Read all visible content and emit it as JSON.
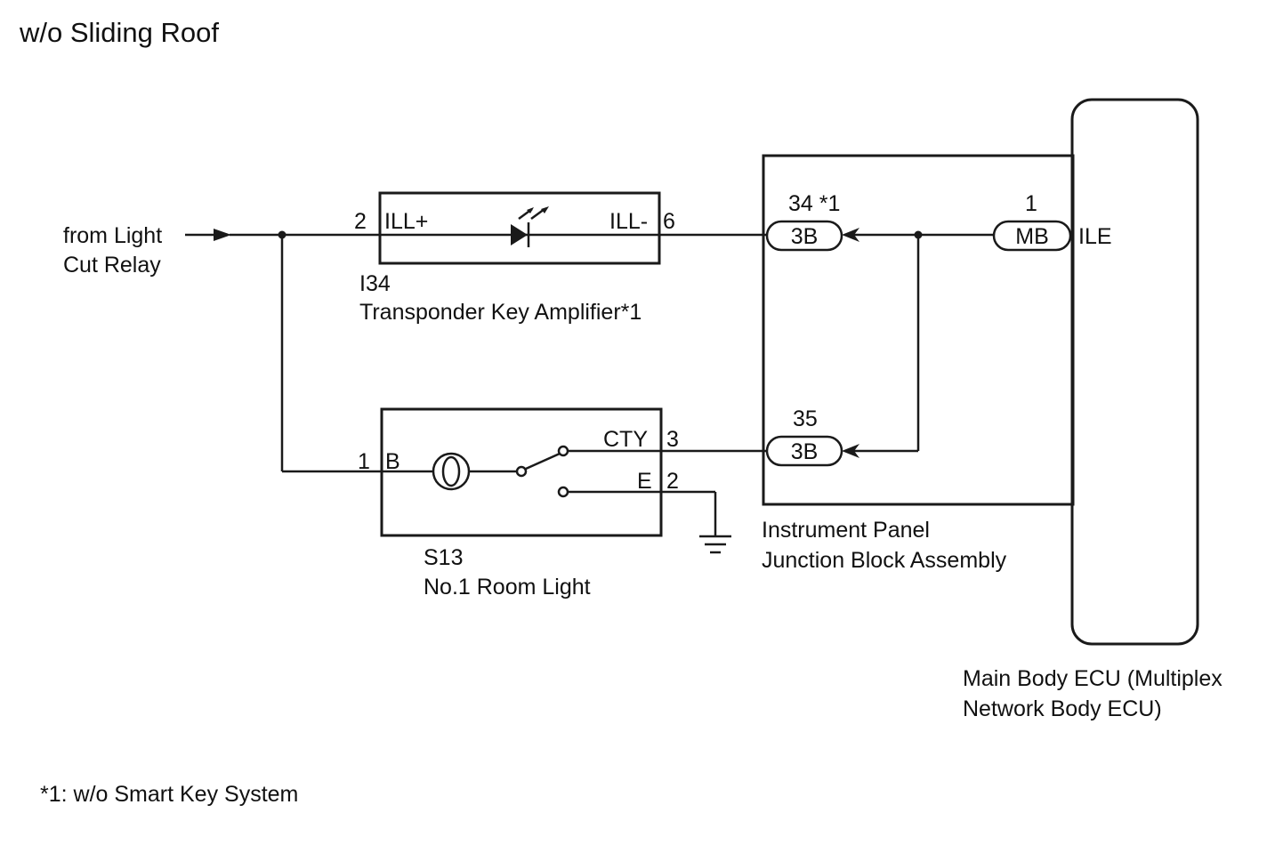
{
  "title": "w/o Sliding Roof",
  "source": {
    "line1": "from Light",
    "line2": "Cut Relay"
  },
  "transponder": {
    "pin_in": "2",
    "term_in": "ILL+",
    "term_out": "ILL-",
    "pin_out": "6",
    "code": "I34",
    "name": "Transponder Key Amplifier*1"
  },
  "room_light": {
    "pin_b": "1",
    "term_b": "B",
    "term_cty": "CTY",
    "pin_cty": "3",
    "term_e": "E",
    "pin_e": "2",
    "code": "S13",
    "name": "No.1 Room Light"
  },
  "junction_block": {
    "conn_top": {
      "pin": "34 *1",
      "label": "3B"
    },
    "conn_bottom": {
      "pin": "35",
      "label": "3B"
    },
    "name_line1": "Instrument Panel",
    "name_line2": "Junction Block Assembly"
  },
  "ecu": {
    "conn": {
      "pin": "1",
      "label": "MB"
    },
    "term": "ILE",
    "name_line1": "Main Body ECU (Multiplex",
    "name_line2": "Network Body ECU)"
  },
  "footnote": "*1: w/o Smart Key System",
  "colors": {
    "line": "#1a1a1a",
    "background": "#ffffff"
  }
}
